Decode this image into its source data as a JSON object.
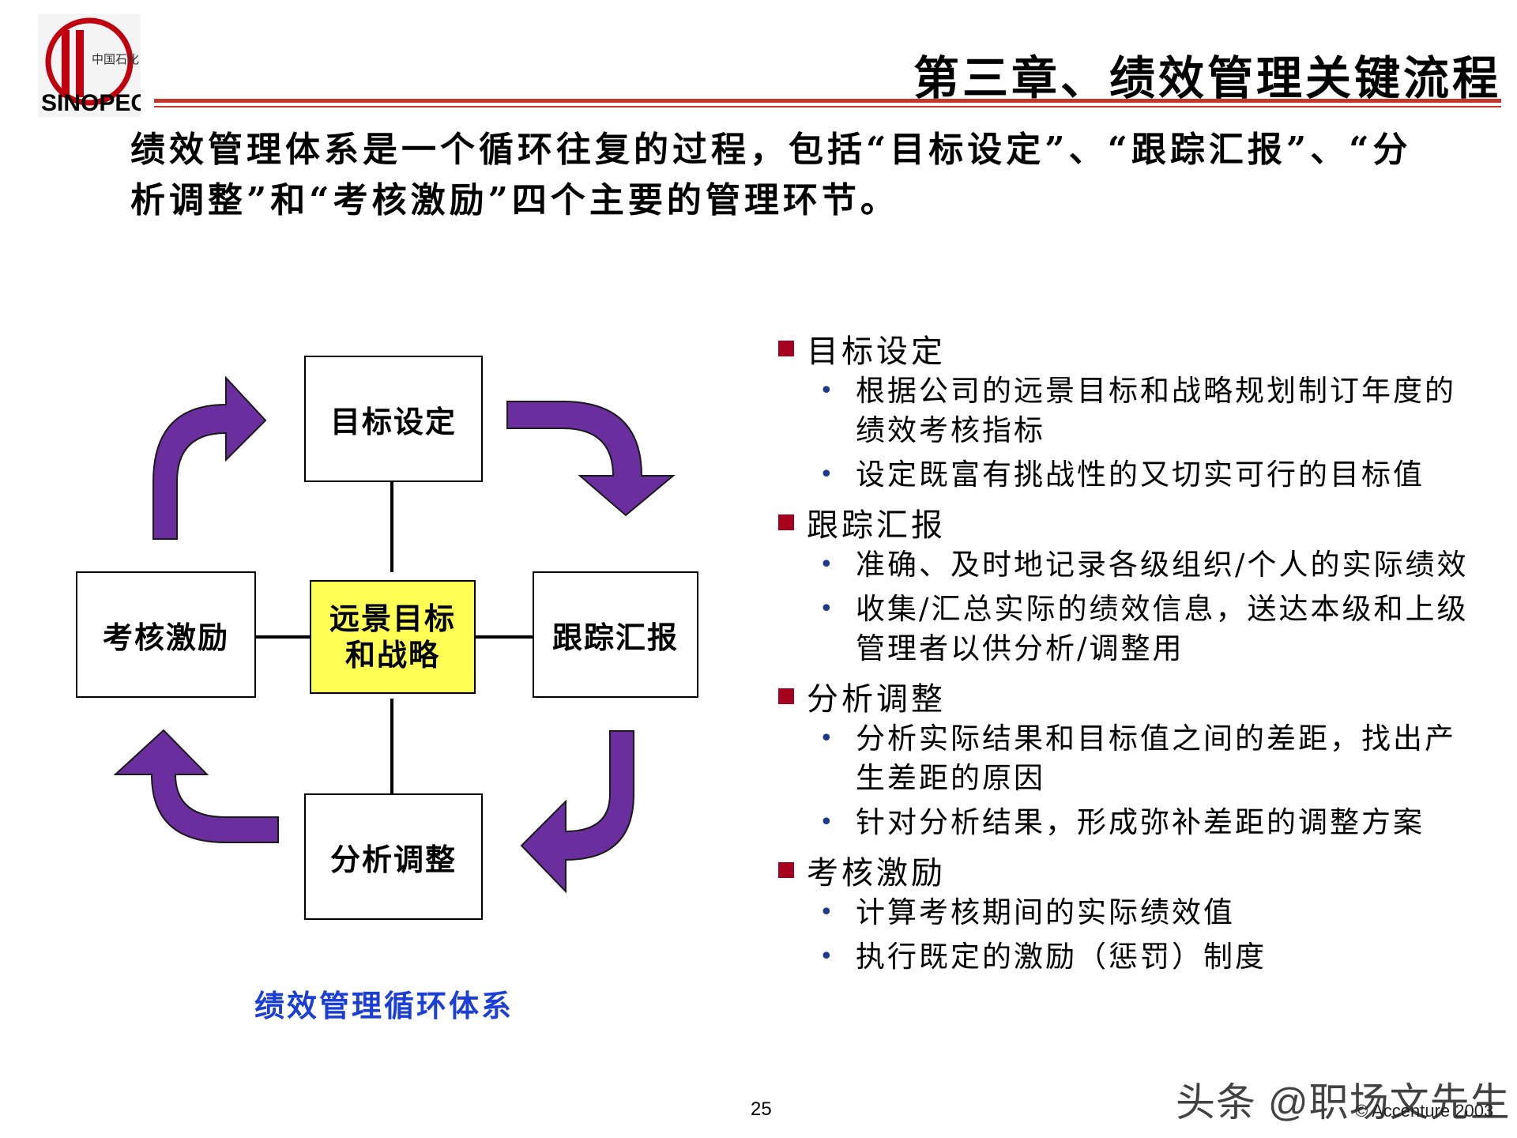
{
  "header": {
    "logo_text": "中国石化 SINOPEC",
    "chapter_title": "第三章、绩效管理关键流程"
  },
  "intro": "绩效管理体系是一个循环往复的过程，包括“目标设定”、“跟踪汇报”、“分析调整”和“考核激励”四个主要的管理环节。",
  "diagram": {
    "top": "目标设定",
    "right": "跟踪汇报",
    "bottom": "分析调整",
    "left": "考核激励",
    "center_line1": "远景目标",
    "center_line2": "和战略",
    "caption": "绩效管理循环体系",
    "arrow_color": "#6a2e9e",
    "center_color": "#ffff55"
  },
  "points": [
    {
      "title": "目标设定",
      "items": [
        "根据公司的远景目标和战略规划制订年度的绩效考核指标",
        "设定既富有挑战性的又切实可行的目标值"
      ]
    },
    {
      "title": "跟踪汇报",
      "items": [
        "准确、及时地记录各级组织/个人的实际绩效",
        "收集/汇总实际的绩效信息，送达本级和上级管理者以供分析/调整用"
      ]
    },
    {
      "title": "分析调整",
      "items": [
        "分析实际结果和目标值之间的差距，找出产生差距的原因",
        "针对分析结果，形成弥补差距的调整方案"
      ]
    },
    {
      "title": "考核激励",
      "items": [
        "计算考核期间的实际绩效值",
        "执行既定的激励（惩罚）制度"
      ]
    }
  ],
  "footer": {
    "page_number": "25",
    "watermark": "头条 @职场文先生",
    "copyright": "© Accenture 2003"
  }
}
